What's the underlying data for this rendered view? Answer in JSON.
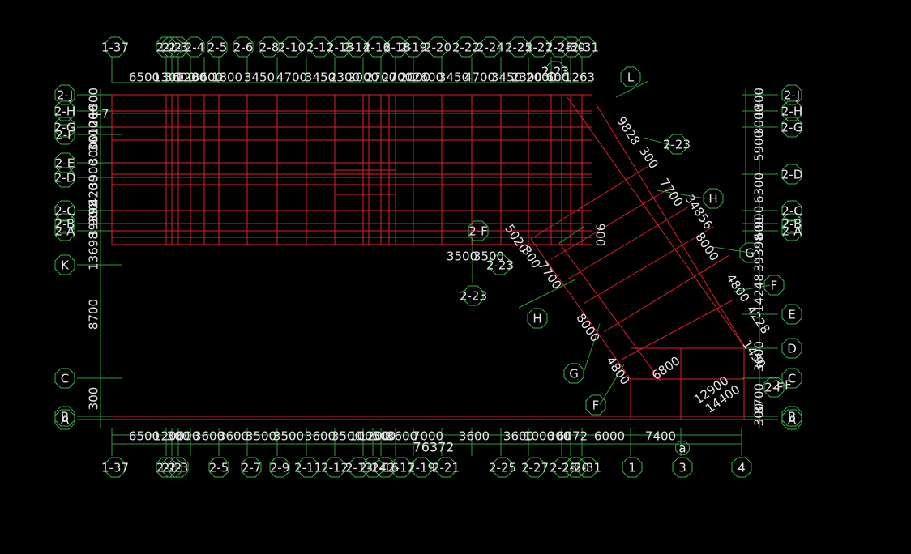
{
  "colors": {
    "background": "#000000",
    "grid_line": "#2f9a3c",
    "bubble": "#3bb34a",
    "beam": "#e0202a",
    "text": "#e6e6e6"
  },
  "top_axis_labels": [
    "1-37",
    "2-1",
    "2-2",
    "2-3",
    "2-4",
    "2-5",
    "2-6",
    "2-8",
    "2-10",
    "2-12",
    "2-13",
    "2-14",
    "2-16",
    "2-18",
    "2-19",
    "2-20",
    "2-22",
    "2-24",
    "2-25",
    "2-27",
    "2-28",
    "2-30",
    "2-31"
  ],
  "top_dims": [
    "6500",
    "1300",
    "3600",
    "1200",
    "3600",
    "1800",
    "3450",
    "4700",
    "3450",
    "2300",
    "2000",
    "2700",
    "2700",
    "2000",
    "2600",
    "3450",
    "4700",
    "3450",
    "2300",
    "2000",
    "600",
    "1263"
  ],
  "bottom_axis_labels": [
    "1-37",
    "2-1",
    "2-2",
    "2-3",
    "2-5",
    "2-7",
    "2-9",
    "2-11",
    "2-12",
    "2-13",
    "2-14",
    "2-16",
    "2-17",
    "2-19",
    "2-21",
    "2-25",
    "2-27",
    "2-28",
    "2-30",
    "2-31",
    "1",
    "3",
    "4"
  ],
  "bottom_dims": [
    "6500",
    "1200",
    "300",
    "600",
    "3600",
    "3600",
    "3500",
    "3500",
    "3600",
    "3500",
    "1000",
    "1200",
    "500",
    "3600",
    "7000",
    "3600",
    "3600",
    "1000",
    "300",
    "6072",
    "6000",
    "7400"
  ],
  "bottom_total": "76372",
  "bottom_a_label": "a",
  "left_axis_labels": [
    "2-J",
    "2-H",
    "2-G",
    "2-F",
    "2-E",
    "2-D",
    "2-C",
    "2-B",
    "2-A",
    "K",
    "C",
    "B",
    "A"
  ],
  "left_dims": [
    "1800",
    "1200",
    "3600",
    "3000",
    "3900",
    "4200",
    "900",
    "39398",
    "13698",
    "8700",
    "300"
  ],
  "left_extra_label": "1-7",
  "right_axis_labels": [
    "2-J",
    "2-H",
    "2-G",
    "2-D",
    "2-C",
    "2-B",
    "2-A",
    "E",
    "D",
    "C",
    "B",
    "A"
  ],
  "right_dims": [
    "1800",
    "3000",
    "5900",
    "6300",
    "900",
    "600",
    "39398",
    "14248",
    "3600",
    "8700",
    "300"
  ],
  "right_extra_label": "2-F",
  "diag_axis_labels": [
    "L",
    "2-23",
    "H",
    "G",
    "F",
    "2-F",
    "2-23",
    "2-23",
    "H",
    "G",
    "F",
    "2-F"
  ],
  "diag_dims": [
    "9828",
    "300",
    "7700",
    "34856",
    "8000",
    "4800",
    "4228",
    "1450",
    "5020",
    "300",
    "7700",
    "8000",
    "4800",
    "6800",
    "12900",
    "14400",
    "900"
  ],
  "center_dims": [
    "3500",
    "3500"
  ]
}
